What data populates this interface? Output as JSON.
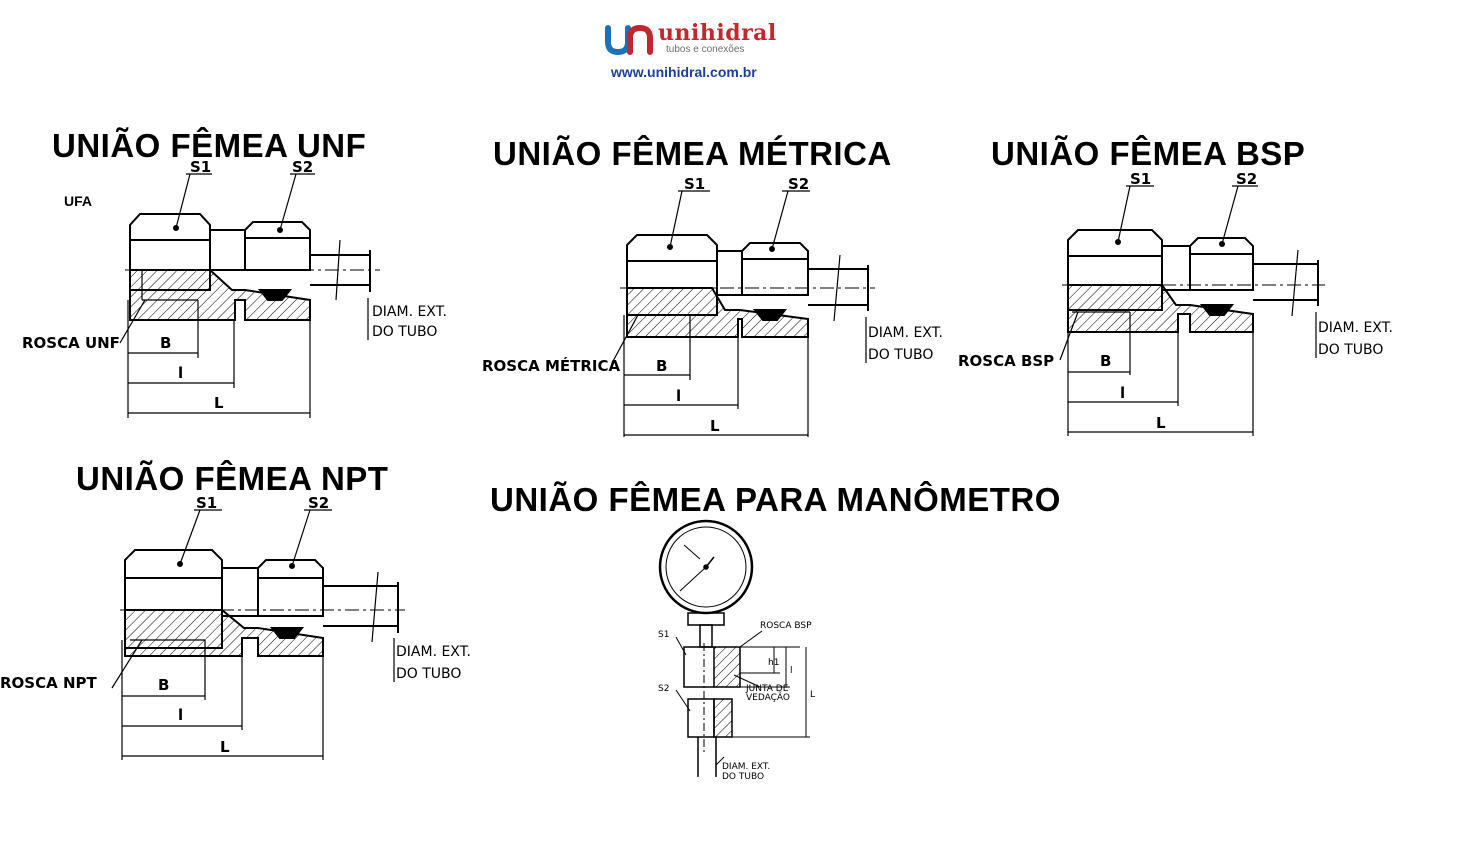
{
  "header": {
    "brand": "unihidral",
    "tagline": "tubos e conexões",
    "url": "www.unihidral.com.br",
    "colors": {
      "brand_red": "#c2272d",
      "brand_blue": "#1b3f9b",
      "logo_blue": "#1d71b8"
    }
  },
  "diagrams": {
    "unf": {
      "title": "UNIÃO FÊMEA UNF",
      "code": "UFA",
      "s1": "S1",
      "s2": "S2",
      "thread": "ROSCA  UNF",
      "b": "B",
      "l_small": "l",
      "l_big": "L",
      "diam_1": "DIAM. EXT.",
      "diam_2": "DO  TUBO"
    },
    "metric": {
      "title": "UNIÃO FÊMEA MÉTRICA",
      "s1": "S1",
      "s2": "S2",
      "thread": "ROSCA  MÉTRICA",
      "b": "B",
      "l_small": "l",
      "l_big": "L",
      "diam_1": "DIAM. EXT.",
      "diam_2": "DO  TUBO"
    },
    "bsp": {
      "title": "UNIÃO FÊMEA BSP",
      "s1": "S1",
      "s2": "S2",
      "thread": "ROSCA  BSP",
      "b": "B",
      "l_small": "l",
      "l_big": "L",
      "diam_1": "DIAM. EXT.",
      "diam_2": "DO  TUBO"
    },
    "npt": {
      "title": "UNIÃO FÊMEA NPT",
      "s1": "S1",
      "s2": "S2",
      "thread": "ROSCA  NPT",
      "b": "B",
      "l_small": "l",
      "l_big": "L",
      "diam_1": "DIAM. EXT.",
      "diam_2": "DO  TUBO"
    },
    "gauge": {
      "title": "UNIÃO FÊMEA PARA MANÔMETRO",
      "s1": "S1",
      "s2": "S2",
      "thread": "ROSCA BSP",
      "h1": "h1",
      "l_small": "l",
      "l_big": "L",
      "seal_1": "JUNTA DE",
      "seal_2": "VEDAÇÃO",
      "diam_1": "DIAM. EXT.",
      "diam_2": "DO  TUBO"
    }
  }
}
